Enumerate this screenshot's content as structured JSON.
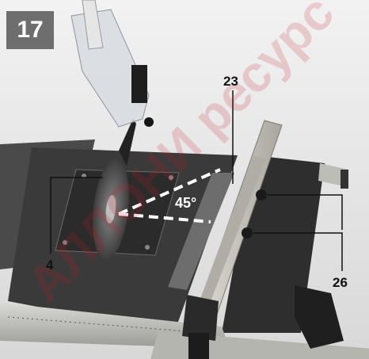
{
  "figure": {
    "number": "17"
  },
  "callouts": {
    "blade": "4",
    "rip_fence": "23",
    "fence_knobs": "26",
    "angle": "45°"
  },
  "watermark": {
    "text": "АЛЛОНИ ресурс"
  },
  "colors": {
    "badge": "#6e6e6e",
    "table": "#3a3a3a",
    "fence": "#c9c6c0",
    "dashes": "#ffffff",
    "watermark": "#c81e28"
  }
}
